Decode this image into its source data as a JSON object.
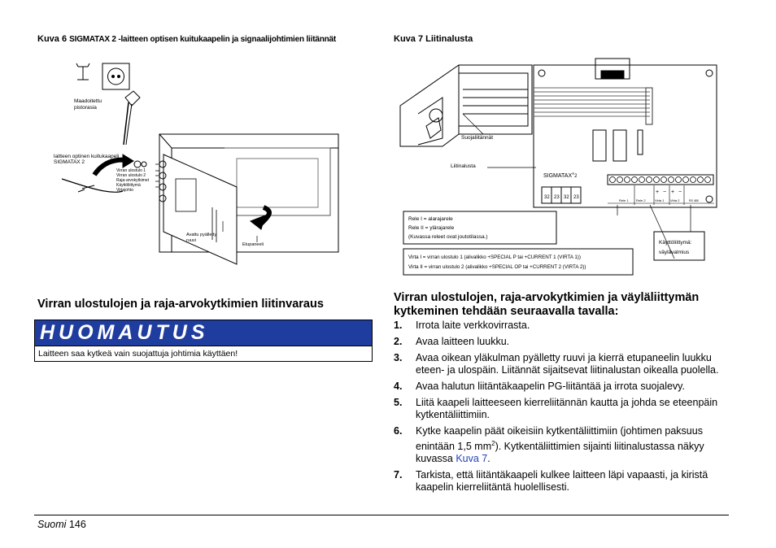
{
  "fig6": {
    "caption_prefix": "Kuva 6",
    "caption_text": "SIGMATAX 2 -laitteen optisen kuitukaapelin ja signaalijohtimien liitännät",
    "labels": {
      "grounded_socket_1": "Maadoitettu",
      "grounded_socket_2": "pistorasia",
      "cable_1": "laitteen optinen kuitukaapeli",
      "cable_2": "SIGMATAX 2",
      "out1": "Virran ulostulo 1",
      "out2": "Virran ulostulo 2",
      "limit": "Raja-arvokytkimet",
      "bus": "Käyttöliittymä",
      "power": "Virtajohto",
      "screw_1": "Avattu pyälletty",
      "screw_2": "ruuvi",
      "front_panel": "Etupaneeli"
    }
  },
  "fig7": {
    "caption": "Kuva 7 Liitinalusta",
    "labels": {
      "connectors": "Suojaliitännät",
      "terminal_board": "Liitinalusta",
      "brand": "SIGMATAX",
      "brand_sup": "®",
      "brand_num": "2",
      "t32a": "32",
      "t23a": "23",
      "t32b": "32",
      "t23b": "23",
      "rele1": "Rele 1",
      "rele2": "Rele 2",
      "virta1": "Virta 1",
      "virta2": "Virta 2",
      "rs485": "RS 485",
      "plus1": "+",
      "minus1": "−",
      "plus2": "+",
      "minus2": "−",
      "bus_1": "Käyttöliittymä:",
      "bus_2": "väylävalmius"
    },
    "box_relay": [
      "Rele I = alarajarele",
      "Rele II = ylärajarele",
      "(Kuvassa releet ovat joutotilassa.)"
    ],
    "box_current": [
      "Virta I = virran ulostulo 1 (alivalikko +SPECIAL P tai +CURRENT 1 (VIRTA 1))",
      "Virta II = virran ulostulo 2 (alivalikko +SPECIAL OP tai +CURRENT 2 (VIRTA 2))"
    ]
  },
  "left_section": {
    "title": "Virran ulostulojen ja raja-arvokytkimien liitinvaraus",
    "note_head": "HUOMAUTUS",
    "note_text": "Laitteen saa kytkeä vain suojattuja johtimia käyttäen!"
  },
  "right_section": {
    "title_line1": "Virran ulostulojen, raja-arvokytkimien ja väyläliittymän",
    "title_line2": "kytkeminen tehdään seuraavalla tavalla:",
    "steps": [
      {
        "num": "1.",
        "text": "Irrota laite verkkovirrasta."
      },
      {
        "num": "2.",
        "text": "Avaa laitteen luukku."
      },
      {
        "num": "3.",
        "text": "Avaa oikean yläkulman pyälletty ruuvi ja kierrä etupaneelin luukku eteen- ja ulospäin. Liitännät sijaitsevat liitinalustan oikealla puolella."
      },
      {
        "num": "4.",
        "text": "Avaa halutun liitäntäkaapelin PG-liitäntää ja irrota suojalevy."
      },
      {
        "num": "5.",
        "text": "Liitä kaapeli laitteeseen kierreliitännän kautta ja johda se eteenpäin kytkentäliittimiin."
      },
      {
        "num": "6.",
        "text_a": "Kytke kaapelin päät oikeisiin kytkentäliittimiin (johtimen paksuus enintään 1,5 mm",
        "sup": "2",
        "text_b": "). Kytkentäliittimien sijainti liitinalustassa näkyy kuvassa ",
        "link": "Kuva 7",
        "text_c": "."
      },
      {
        "num": "7.",
        "text": "Tarkista, että liitäntäkaapeli kulkee laitteen läpi vapaasti, ja kiristä kaapelin kierreliitäntä huolellisesti."
      }
    ]
  },
  "footer": {
    "lang": "Suomi",
    "page": "146"
  }
}
